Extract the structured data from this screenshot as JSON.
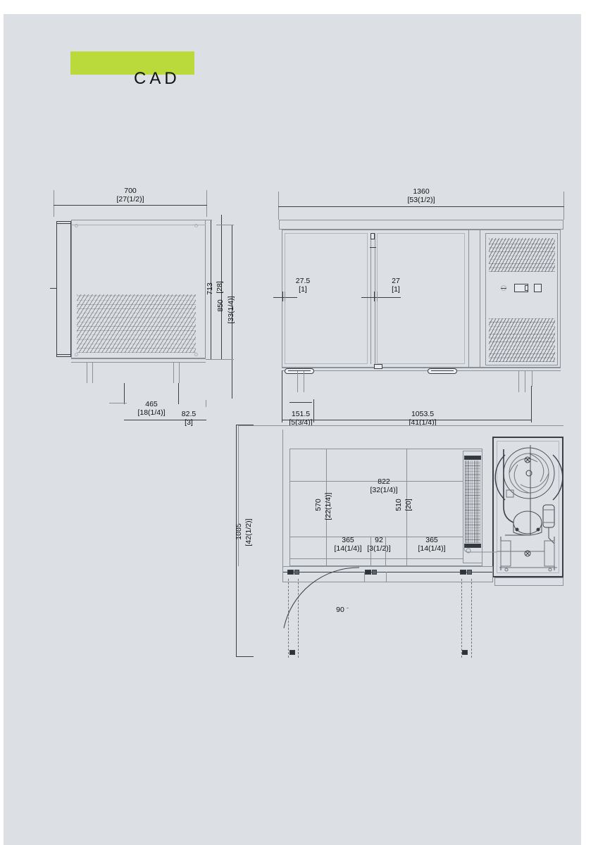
{
  "header": {
    "brand_label": "CAD",
    "brand_color": "#bada3c"
  },
  "views": {
    "side": {
      "name": "side-elevation"
    },
    "front": {
      "name": "front-elevation"
    },
    "plan": {
      "name": "plan-view"
    }
  },
  "dimensions": {
    "side": {
      "width_mm": "700",
      "width_in": "[27(1/2)]",
      "height_713_mm": "713",
      "height_713_in": "[28]",
      "height_850_mm": "850",
      "height_850_in": "[33(1/4)]",
      "foot_465_mm": "465",
      "foot_465_in": "[18(1/4)]",
      "foot_825_mm": "82.5",
      "foot_825_in": "[3]"
    },
    "front": {
      "width_mm": "1360",
      "width_in": "[53(1/2)]",
      "gap_left_mm": "27.5",
      "gap_left_in": "[1]",
      "gap_mid_mm": "27",
      "gap_mid_in": "[1]",
      "offset_mm": "151.5",
      "offset_in": "[5(3/4)]",
      "span_mm": "1053.5",
      "span_in": "[41(1/4)]"
    },
    "plan": {
      "depth_mm": "1085",
      "depth_in": "[42(1/2)]",
      "inner_width_mm": "822",
      "inner_width_in": "[32(1/4)]",
      "inner_depth_mm": "570",
      "inner_depth_in": "[22(1/4)]",
      "shelf_depth_mm": "510",
      "shelf_depth_in": "[20]",
      "door_left_mm": "365",
      "door_left_in": "[14(1/4)]",
      "mullion_mm": "92",
      "mullion_in": "[3(1/2)]",
      "door_right_mm": "365",
      "door_right_in": "[14(1/4)]",
      "door_swing_angle": "90"
    }
  },
  "colors": {
    "page_background": "#dcdfe4",
    "line": "#3a3f47",
    "line_light": "#8b9199",
    "accent": "#bada3c"
  }
}
